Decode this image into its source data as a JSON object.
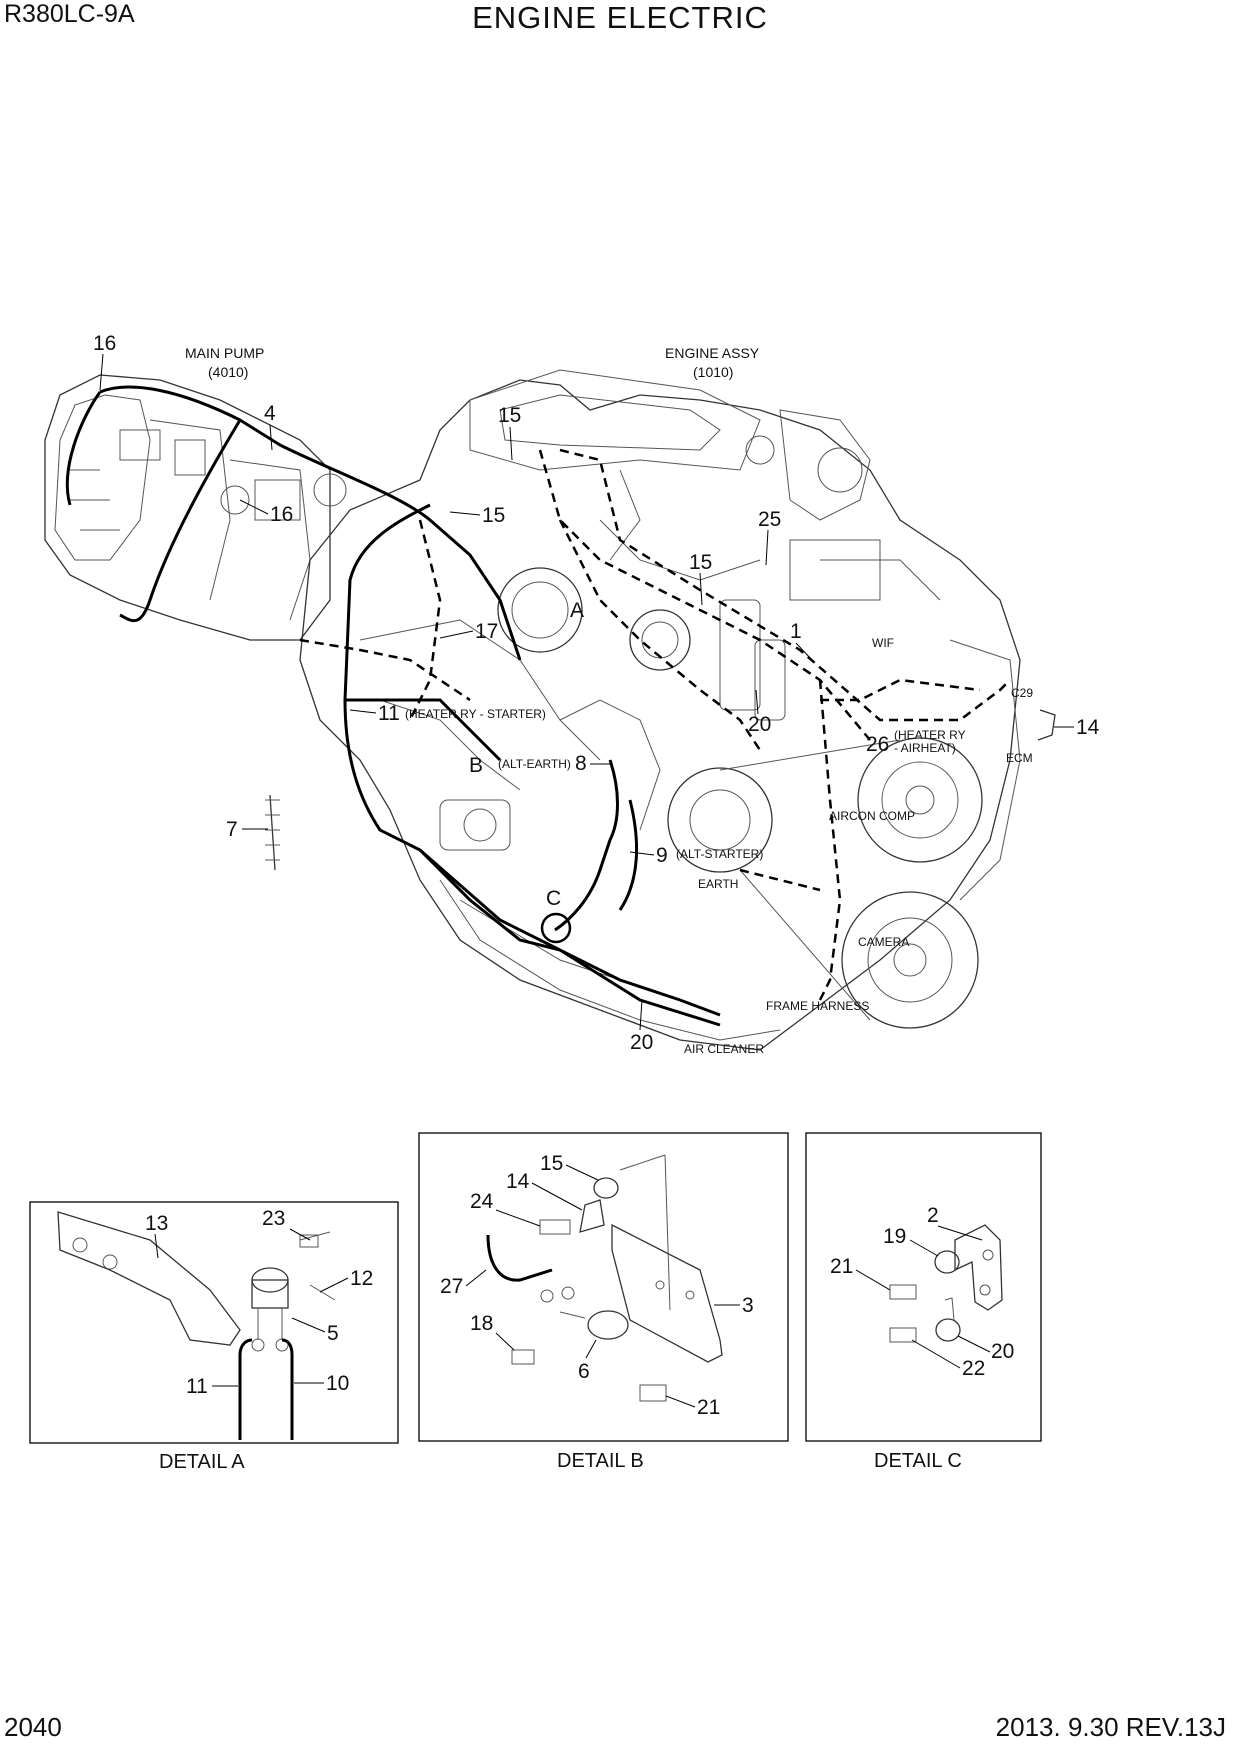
{
  "header": {
    "model": "R380LC-9A",
    "title": "ENGINE ELECTRIC"
  },
  "footer": {
    "page_number": "2040",
    "revision": "2013. 9.30  REV.13J"
  },
  "main_diagram": {
    "labels": {
      "main_pump": "MAIN PUMP",
      "main_pump_code": "(4010)",
      "engine_assy": "ENGINE ASSY",
      "engine_assy_code": "(1010)",
      "heater_ry_starter": "(HEATER RY - STARTER)",
      "alt_earth": "(ALT-EARTH)",
      "alt_starter": "(ALT-STARTER)",
      "earth": "EARTH",
      "heater_ry_airheat_1": "(HEATER RY",
      "heater_ry_airheat_2": "- AIRHEAT)",
      "wif": "WIF",
      "c29": "C29",
      "ecm": "ECM",
      "aircon_comp": "AIRCON COMP",
      "camera": "CAMERA",
      "frame_harness": "FRAME HARNESS",
      "air_cleaner": "AIR CLEANER",
      "detail_a_marker": "A",
      "detail_b_marker": "B",
      "detail_c_marker": "C"
    },
    "callouts": {
      "c16a": "16",
      "c4": "4",
      "c16b": "16",
      "c15a": "15",
      "c15b": "15",
      "c15c": "15",
      "c25": "25",
      "c1": "1",
      "c17": "17",
      "c11": "11",
      "c20a": "20",
      "c26": "26",
      "c14": "14",
      "c8": "8",
      "c9": "9",
      "c7": "7",
      "c20b": "20"
    }
  },
  "detail_a": {
    "title": "DETAIL A",
    "callouts": {
      "c13": "13",
      "c23": "23",
      "c12": "12",
      "c5": "5",
      "c11": "11",
      "c10": "10"
    }
  },
  "detail_b": {
    "title": "DETAIL B",
    "callouts": {
      "c15": "15",
      "c14": "14",
      "c24": "24",
      "c27": "27",
      "c3": "3",
      "c18": "18",
      "c6": "6",
      "c21": "21"
    }
  },
  "detail_c": {
    "title": "DETAIL C",
    "callouts": {
      "c2": "2",
      "c19": "19",
      "c21": "21",
      "c20": "20",
      "c22": "22"
    }
  }
}
